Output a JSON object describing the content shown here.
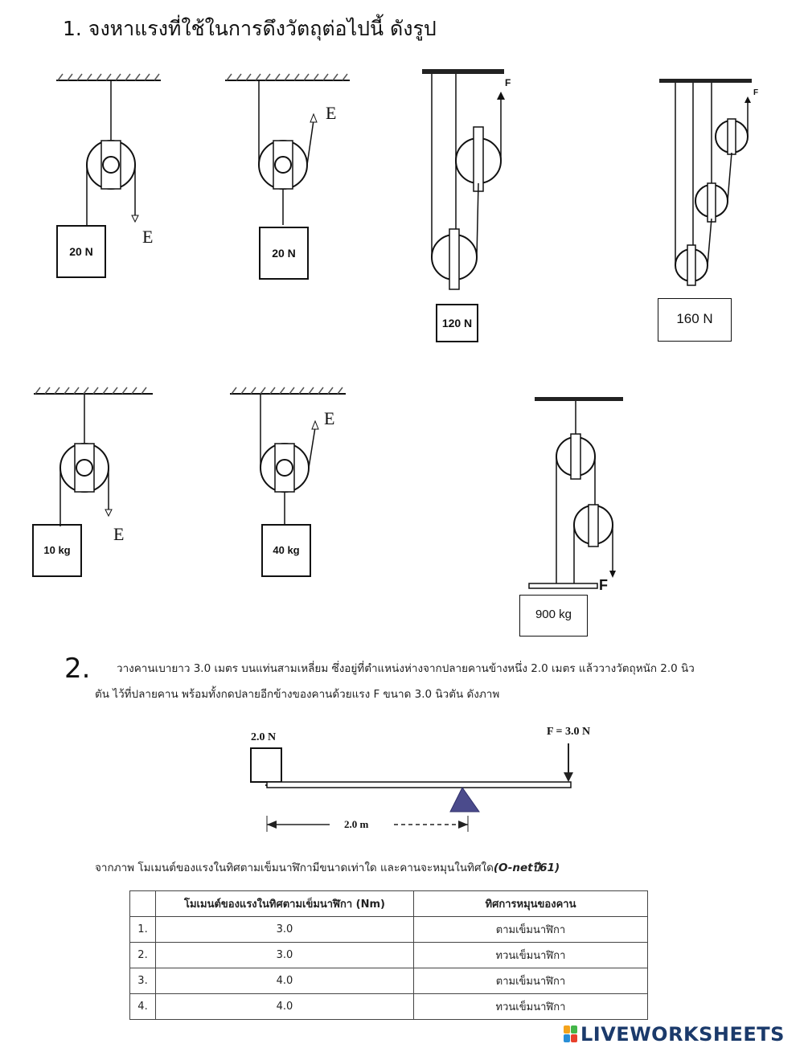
{
  "q1": {
    "title": "1. จงหาแรงที่ใช้ในการดึงวัตถุต่อไปนี้ ดังรูป",
    "figures": {
      "fig1": {
        "weight": "20 N",
        "force": "E"
      },
      "fig2": {
        "weight": "20 N",
        "force": "E"
      },
      "fig3": {
        "weight": "120 N",
        "force": "F"
      },
      "fig4": {
        "weight": "160 N",
        "force": "F"
      },
      "fig5": {
        "weight": "10 kg",
        "force": "E"
      },
      "fig6": {
        "weight": "40 kg",
        "force": "E"
      },
      "fig7": {
        "weight": "900 kg",
        "force": "F"
      }
    }
  },
  "q2": {
    "number": "2.",
    "line1": "วางคานเบายาว 3.0 เมตร บนแท่นสามเหลี่ยม ซึ่งอยู่ที่ตำแหน่งห่างจากปลายคานข้างหนึ่ง 2.0 เมตร แล้ววางวัตถุหนัก 2.0 นิว",
    "line2": "ตัน ไว้ที่ปลายคาน พร้อมทั้งกดปลายอีกข้างของคานด้วยแรง F ขนาด 3.0 นิวตัน ดังภาพ",
    "diagram": {
      "mass_label": "2.0 N",
      "force_label": "F = 3.0 N",
      "distance_label": "2.0 m"
    },
    "question": "จากภาพ โมเมนต์ของแรงในทิศตามเข็มนาฬิกามีขนาดเท่าใด และคานจะหมุนในทิศใด",
    "source": "(O-netปี61)",
    "table": {
      "headers": [
        "",
        "โมเมนต์ของแรงในทิศตามเข็มนาฬิกา (Nm)",
        "ทิศการหมุนของคาน"
      ],
      "rows": [
        {
          "num": "1.",
          "moment": "3.0",
          "direction": "ตามเข็มนาฬิกา"
        },
        {
          "num": "2.",
          "moment": "3.0",
          "direction": "ทวนเข็มนาฬิกา"
        },
        {
          "num": "3.",
          "moment": "4.0",
          "direction": "ตามเข็มนาฬิกา"
        },
        {
          "num": "4.",
          "moment": "4.0",
          "direction": "ทวนเข็มนาฬิกา"
        }
      ]
    }
  },
  "brand": {
    "name": "LIVEWORKSHEETS",
    "colors": [
      "#f4a31b",
      "#43b649",
      "#2a8fd6",
      "#e8412c"
    ]
  }
}
